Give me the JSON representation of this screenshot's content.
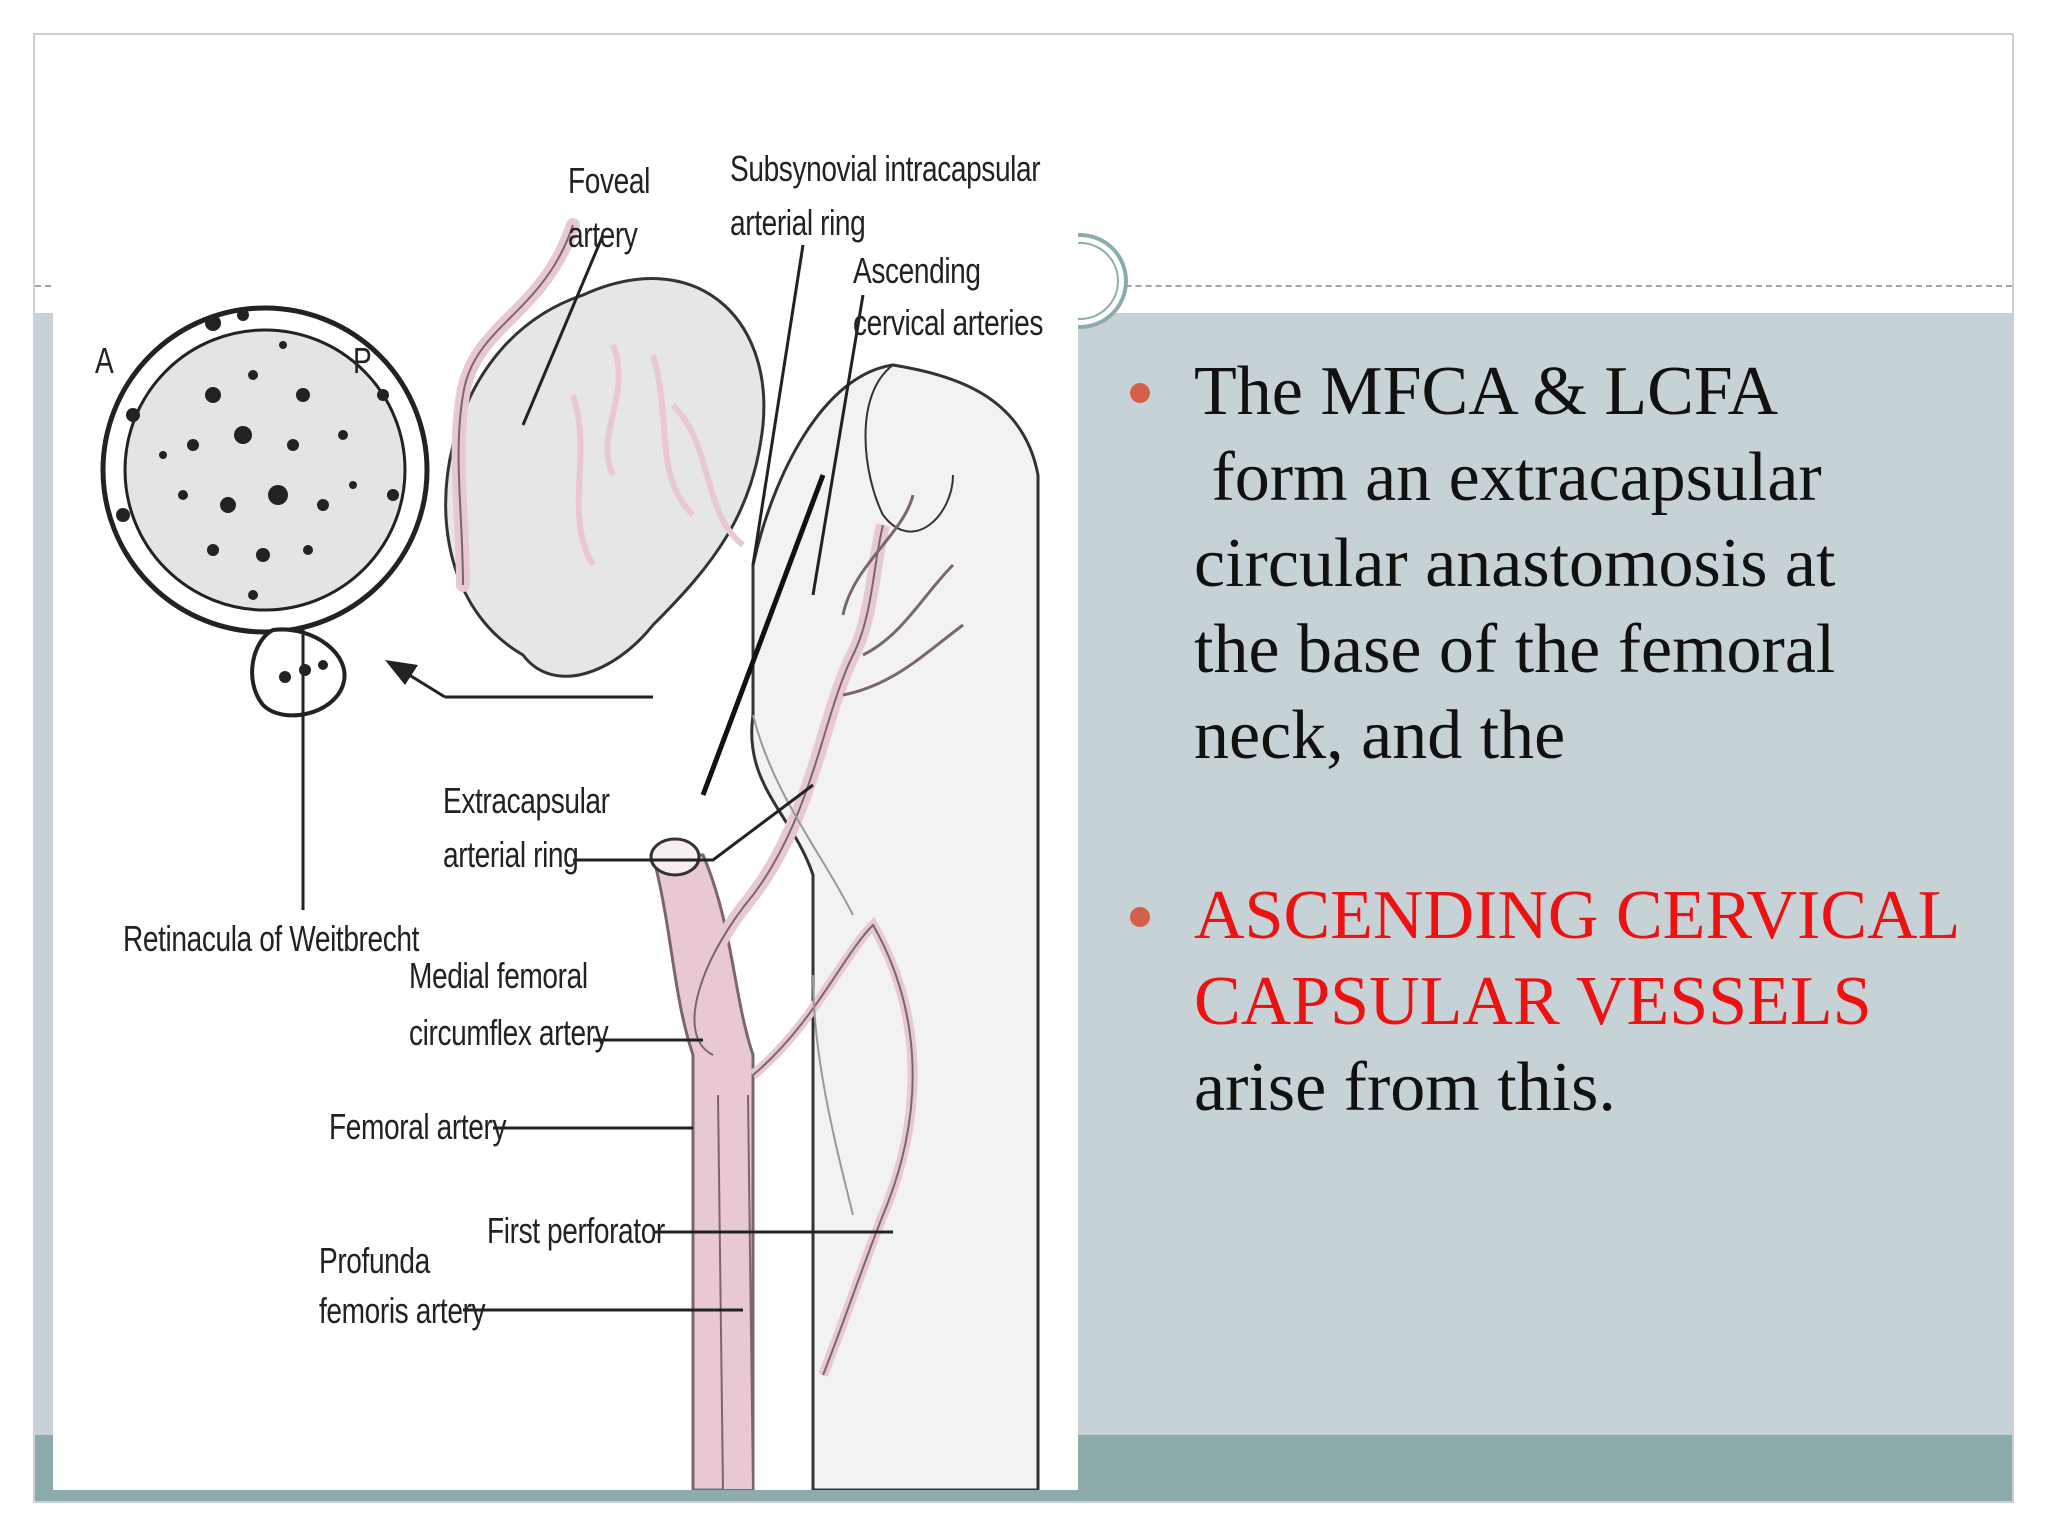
{
  "diagram": {
    "labels": {
      "foveal_line1": "Foveal",
      "foveal_line2": "artery",
      "subsyn_line1": "Subsynovial intracapsular",
      "subsyn_line2": "arterial ring",
      "ascend_line1": "Ascending",
      "ascend_line2": "cervical arteries",
      "anterior": "A",
      "posterior": "P",
      "extra_line1": "Extracapsular",
      "extra_line2": "arterial ring",
      "retinacula": "Retinacula of Weitbrecht",
      "mfca_line1": "Medial femoral",
      "mfca_line2": "circumflex artery",
      "femoral": "Femoral artery",
      "first_perf": "First perforator",
      "profunda_line1": "Profunda",
      "profunda_line2": "femoris artery"
    },
    "colors": {
      "artery": "#e8c9d2",
      "artery_outline": "#7a6670",
      "bone": "#e6e6e6"
    }
  },
  "text": {
    "bullet1_line1": "The MFCA & LCFA",
    "bullet1_line2": " form an extracapsular",
    "bullet1_line3": "circular anastomosis at",
    "bullet1_line4": "the base of the femoral",
    "bullet1_line5": "neck, and the",
    "bullet2_red_line1": "ASCENDING CERVICAL",
    "bullet2_red_line2": "CAPSULAR VESSELS",
    "bullet2_line3": "arise from this."
  },
  "theme": {
    "accent_red": "#ee1111",
    "bullet_dot": "#d4604a",
    "content_bg": "#c7d2d6",
    "footer_bg": "#8eabab"
  }
}
